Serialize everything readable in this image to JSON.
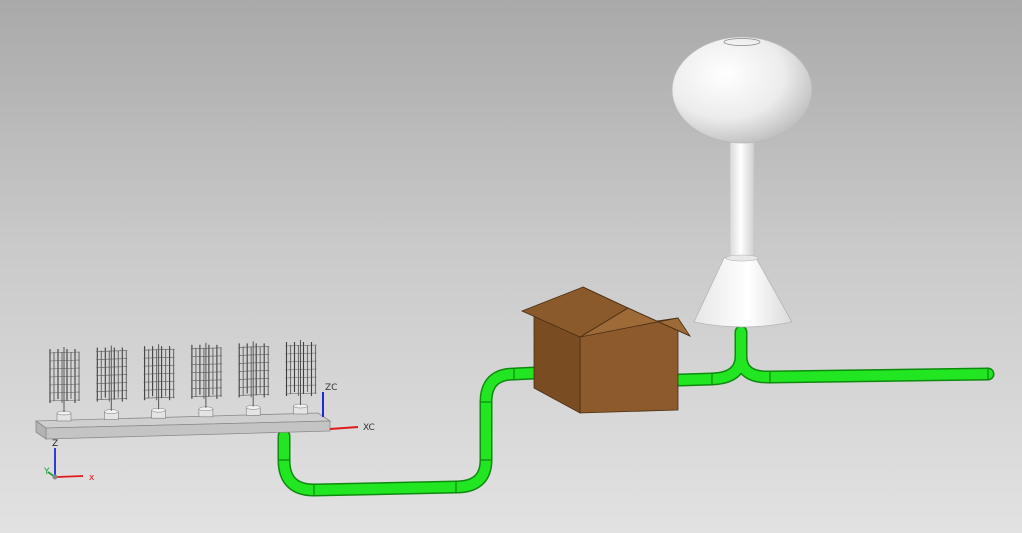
{
  "viewport": {
    "background_top": "#a9a9a9",
    "background_bottom": "#e2e2e2"
  },
  "wcs_triad": {
    "x_label": "XC",
    "z_label": "ZC",
    "x_color": "#e01b1b",
    "z_color": "#1b2bd6"
  },
  "absolute_triad": {
    "x_label": "x",
    "y_label": "Y",
    "z_label": "Z",
    "x_color": "#e01b1b",
    "y_color": "#1ea03a",
    "z_color": "#1b2bd6"
  },
  "model": {
    "turbine_count": 6,
    "pipe_color": "#22e622",
    "pipe_edge_color": "#0f8a0f",
    "house_color": "#8d5a2b",
    "house_roof_color": "#9e6a37",
    "tower_color": "#f4f4f4",
    "platform_color": "#cfcfcf"
  }
}
